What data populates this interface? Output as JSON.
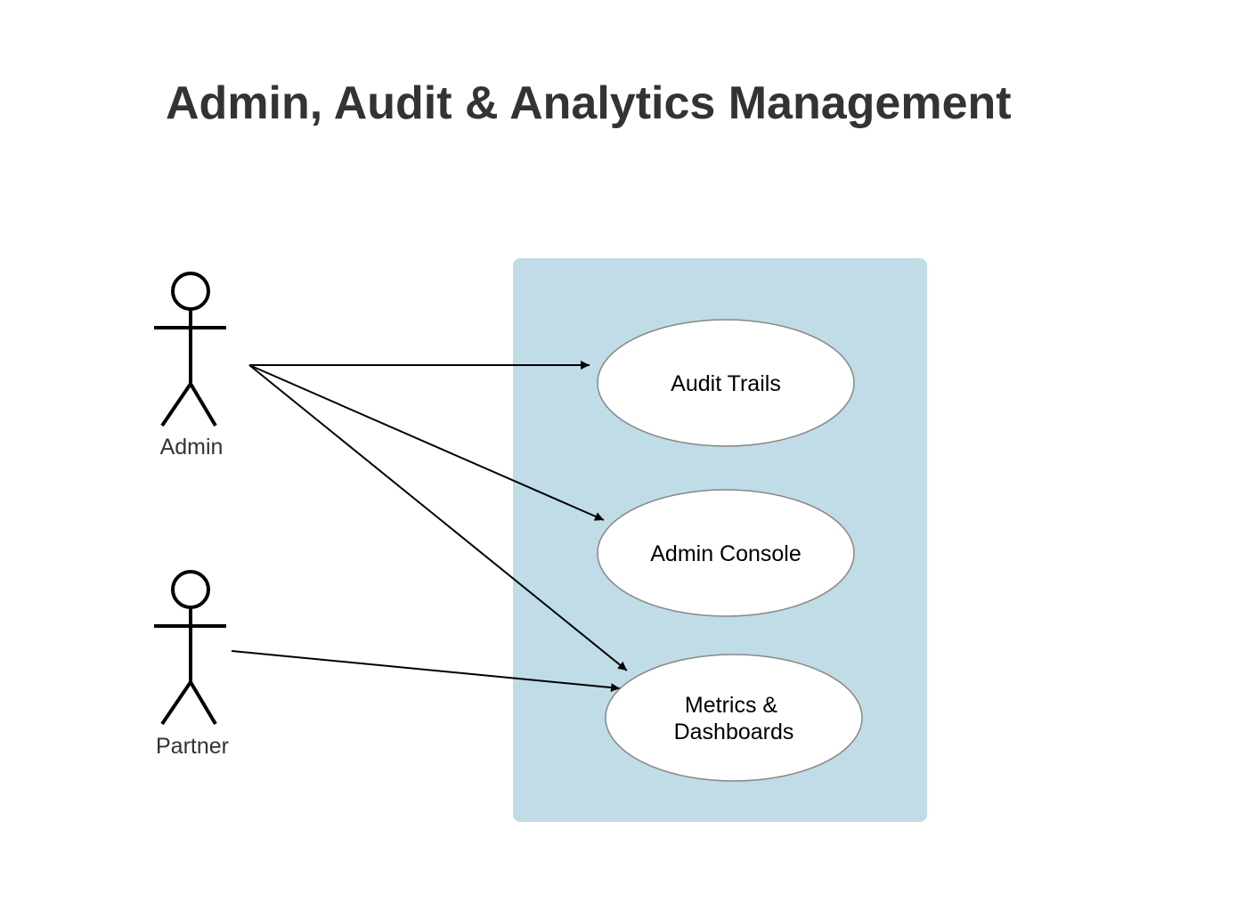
{
  "title": "Admin, Audit & Analytics Management",
  "colors": {
    "system_boundary": "#c0dce6",
    "usecase_fill": "#ffffff",
    "usecase_stroke": "#888888",
    "title": "#333333",
    "line": "#000000"
  },
  "actors": [
    {
      "id": "admin",
      "label": "Admin"
    },
    {
      "id": "partner",
      "label": "Partner"
    }
  ],
  "use_cases": [
    {
      "id": "audit_trails",
      "lines": [
        "Audit Trails"
      ]
    },
    {
      "id": "admin_console",
      "lines": [
        "Admin Console"
      ]
    },
    {
      "id": "metrics_dashboards",
      "lines": [
        "Metrics &",
        "Dashboards"
      ]
    }
  ],
  "associations": [
    {
      "from": "admin",
      "to": "audit_trails"
    },
    {
      "from": "admin",
      "to": "admin_console"
    },
    {
      "from": "admin",
      "to": "metrics_dashboards"
    },
    {
      "from": "partner",
      "to": "metrics_dashboards"
    }
  ]
}
